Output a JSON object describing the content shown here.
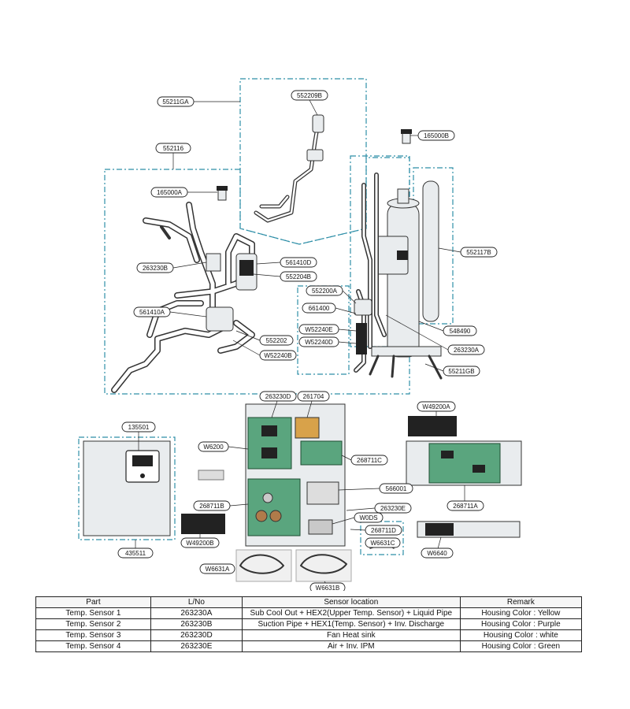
{
  "callouts": {
    "c552116": "552116",
    "c55211GA": "55211GA",
    "c552209B": "552209B",
    "c165000B": "165000B",
    "c165000A": "165000A",
    "c263230B": "263230B",
    "c561410D": "561410D",
    "c552204B": "552204B",
    "c561410A": "561410A",
    "c552202": "552202",
    "cW52240B": "W52240B",
    "c552117B": "552117B",
    "c552200A": "552200A",
    "c661400": "661400",
    "cW52240E": "W52240E",
    "cW52240D": "W52240D",
    "c548490": "548490",
    "c263230A": "263230A",
    "c55211GB": "55211GB",
    "c263230D": "263230D",
    "c261704": "261704",
    "cW49200A": "W49200A",
    "c135501": "135501",
    "cW6200": "W6200",
    "c268711C": "268711C",
    "c566001": "566001",
    "c268711B": "268711B",
    "c263230E": "263230E",
    "cW0DS": "W0DS",
    "c268711D": "268711D",
    "cW6631C": "W6631C",
    "c268711A": "268711A",
    "cW49200B": "W49200B",
    "c435511": "435511",
    "cW6640": "W6640",
    "cW6631A": "W6631A",
    "cW6631B": "W6631B"
  },
  "table": {
    "headers": [
      "Part",
      "L/No",
      "Sensor location",
      "Remark"
    ],
    "rows": [
      [
        "Temp. Sensor 1",
        "263230A",
        "Sub Cool Out + HEX2(Upper Temp. Sensor) + Liquid Pipe",
        "Housing Color : Yellow"
      ],
      [
        "Temp. Sensor 2",
        "263230B",
        "Suction Pipe + HEX1(Temp. Sensor) + Inv. Discharge",
        "Housing Color : Purple"
      ],
      [
        "Temp. Sensor 3",
        "263230D",
        "Fan Heat sink",
        "Housing Color : white"
      ],
      [
        "Temp. Sensor 4",
        "263230E",
        "Air + Inv. IPM",
        "Housing Color : Green"
      ]
    ]
  }
}
